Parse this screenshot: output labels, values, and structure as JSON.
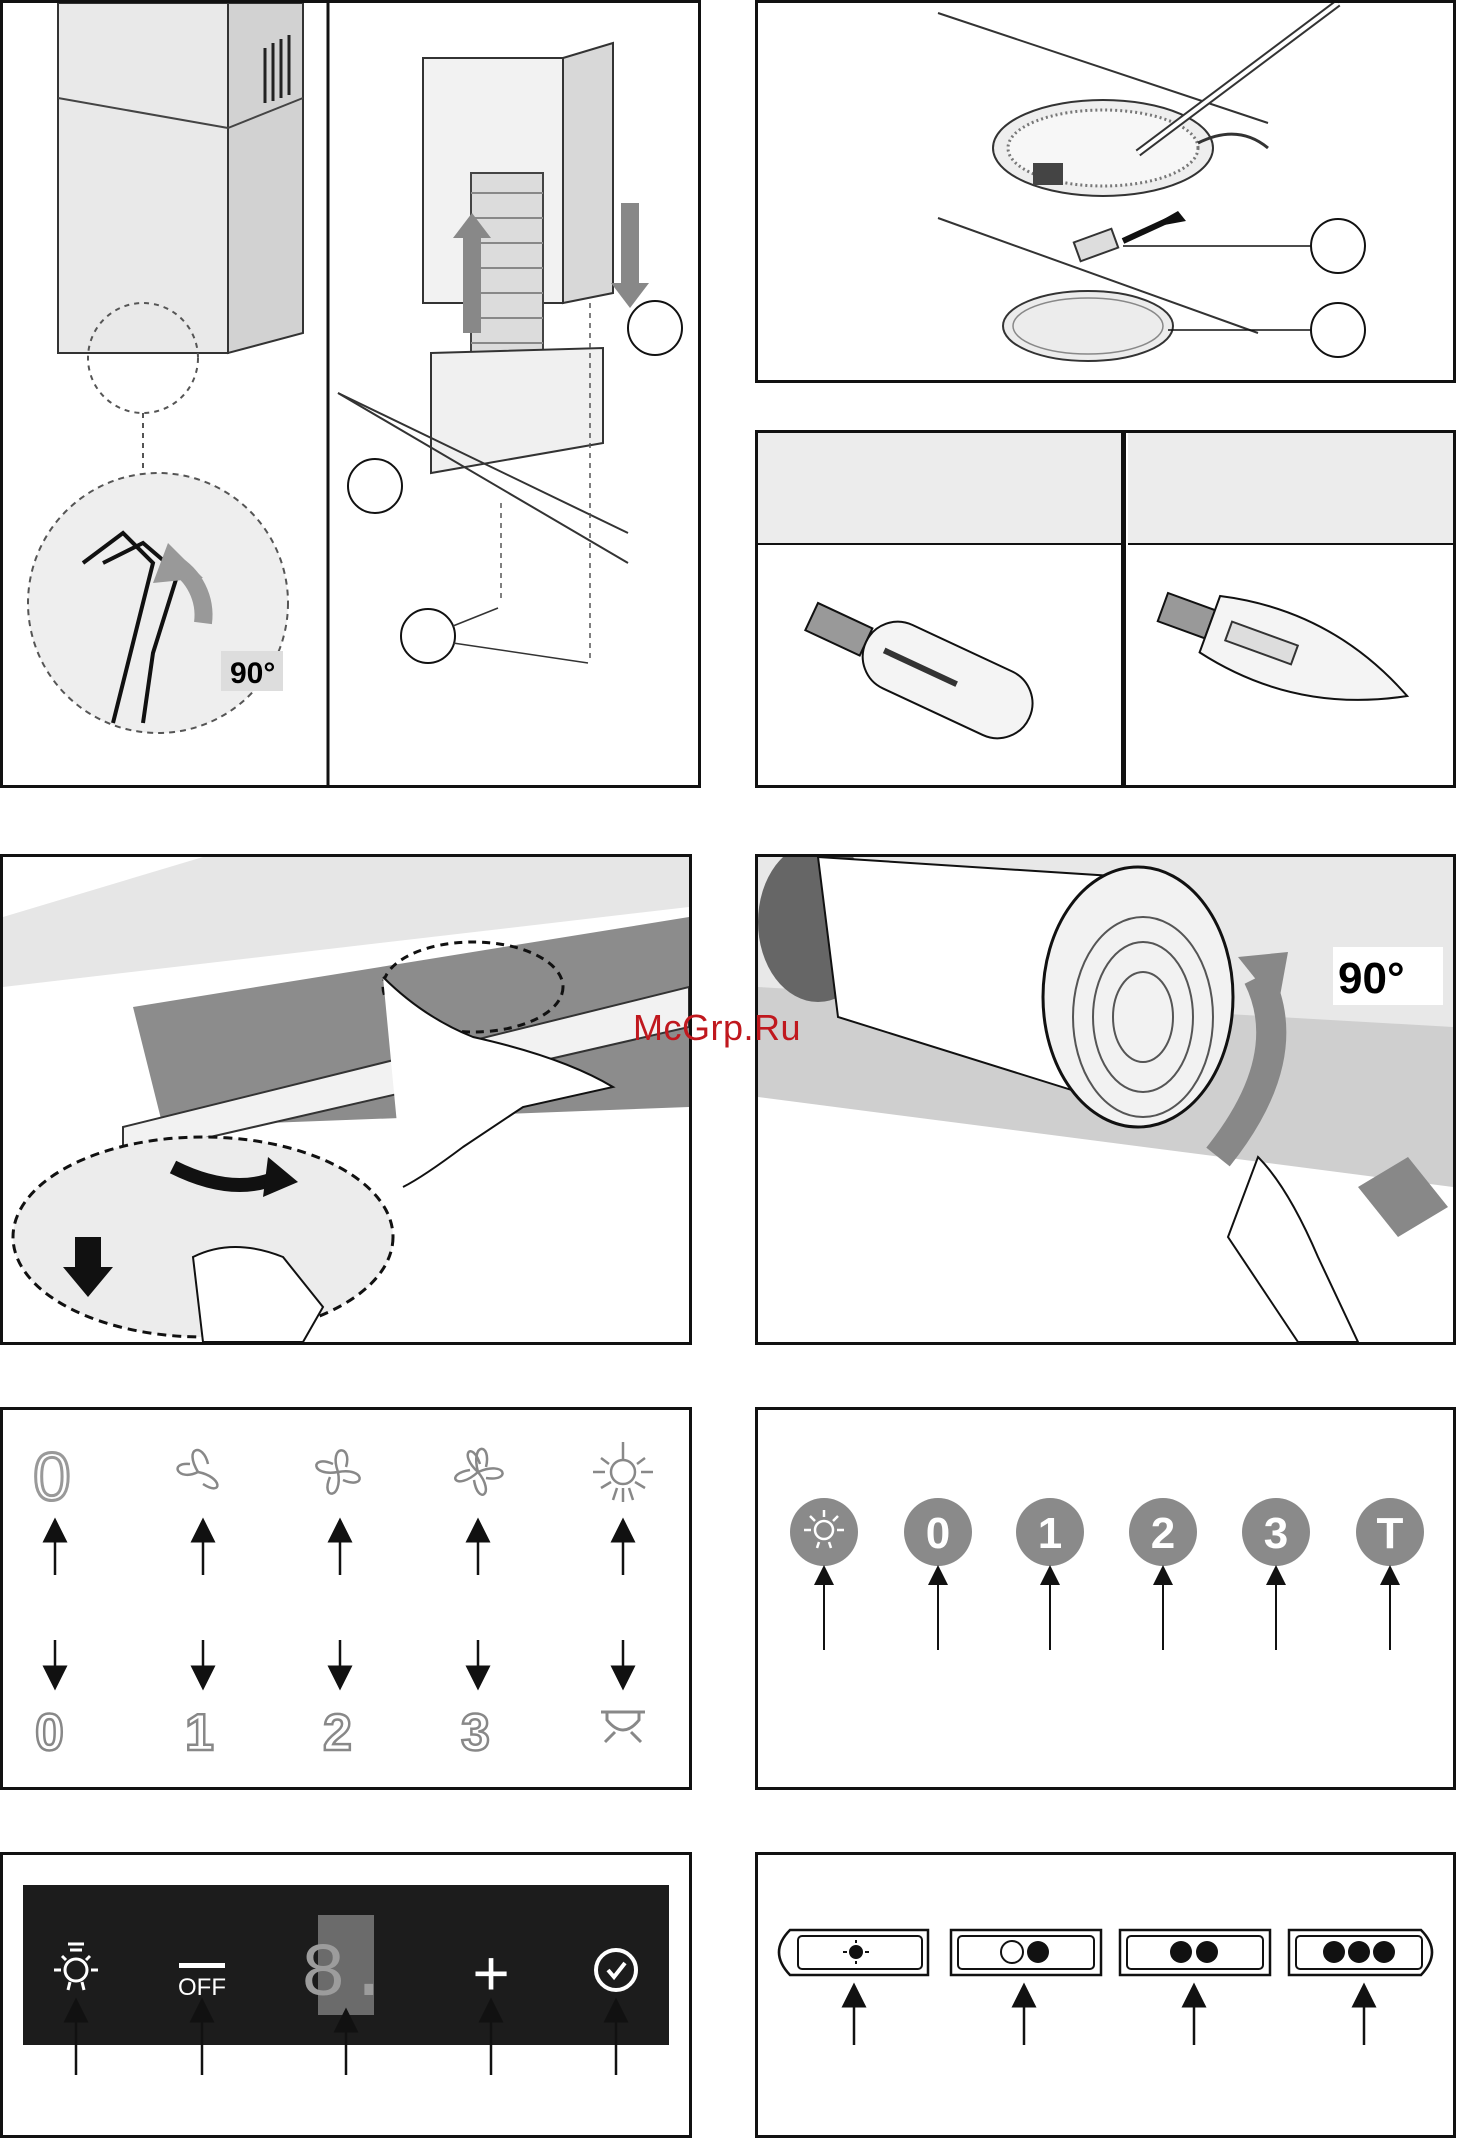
{
  "watermark": "McGrp.Ru",
  "panel_install": {
    "angle_label": "90°"
  },
  "panel_filter": {
    "angle_label": "90°"
  },
  "panel_lamps": {
    "header_left": "",
    "header_right": ""
  },
  "panel_knob": {
    "top_symbols": [
      "0",
      "fan-low-icon",
      "fan-mid-icon",
      "fan-high-icon",
      "light-icon"
    ],
    "bottom_labels": [
      "0",
      "1",
      "2",
      "3",
      "lamp-icon"
    ]
  },
  "panel_round_buttons": {
    "labels": [
      "light-icon",
      "0",
      "1",
      "2",
      "3",
      "T"
    ]
  },
  "panel_touch": {
    "off_label": "OFF",
    "display_digit": "8.",
    "plus_label": "+"
  },
  "panel_pill_buttons": {
    "labels": [
      "light-icon",
      "speed-1-icon",
      "speed-2-icon",
      "speed-3-icon"
    ]
  },
  "colors": {
    "watermark": "#c0181e",
    "button_grey": "#8a8a8a",
    "touch_panel": "#1c1c1c"
  }
}
